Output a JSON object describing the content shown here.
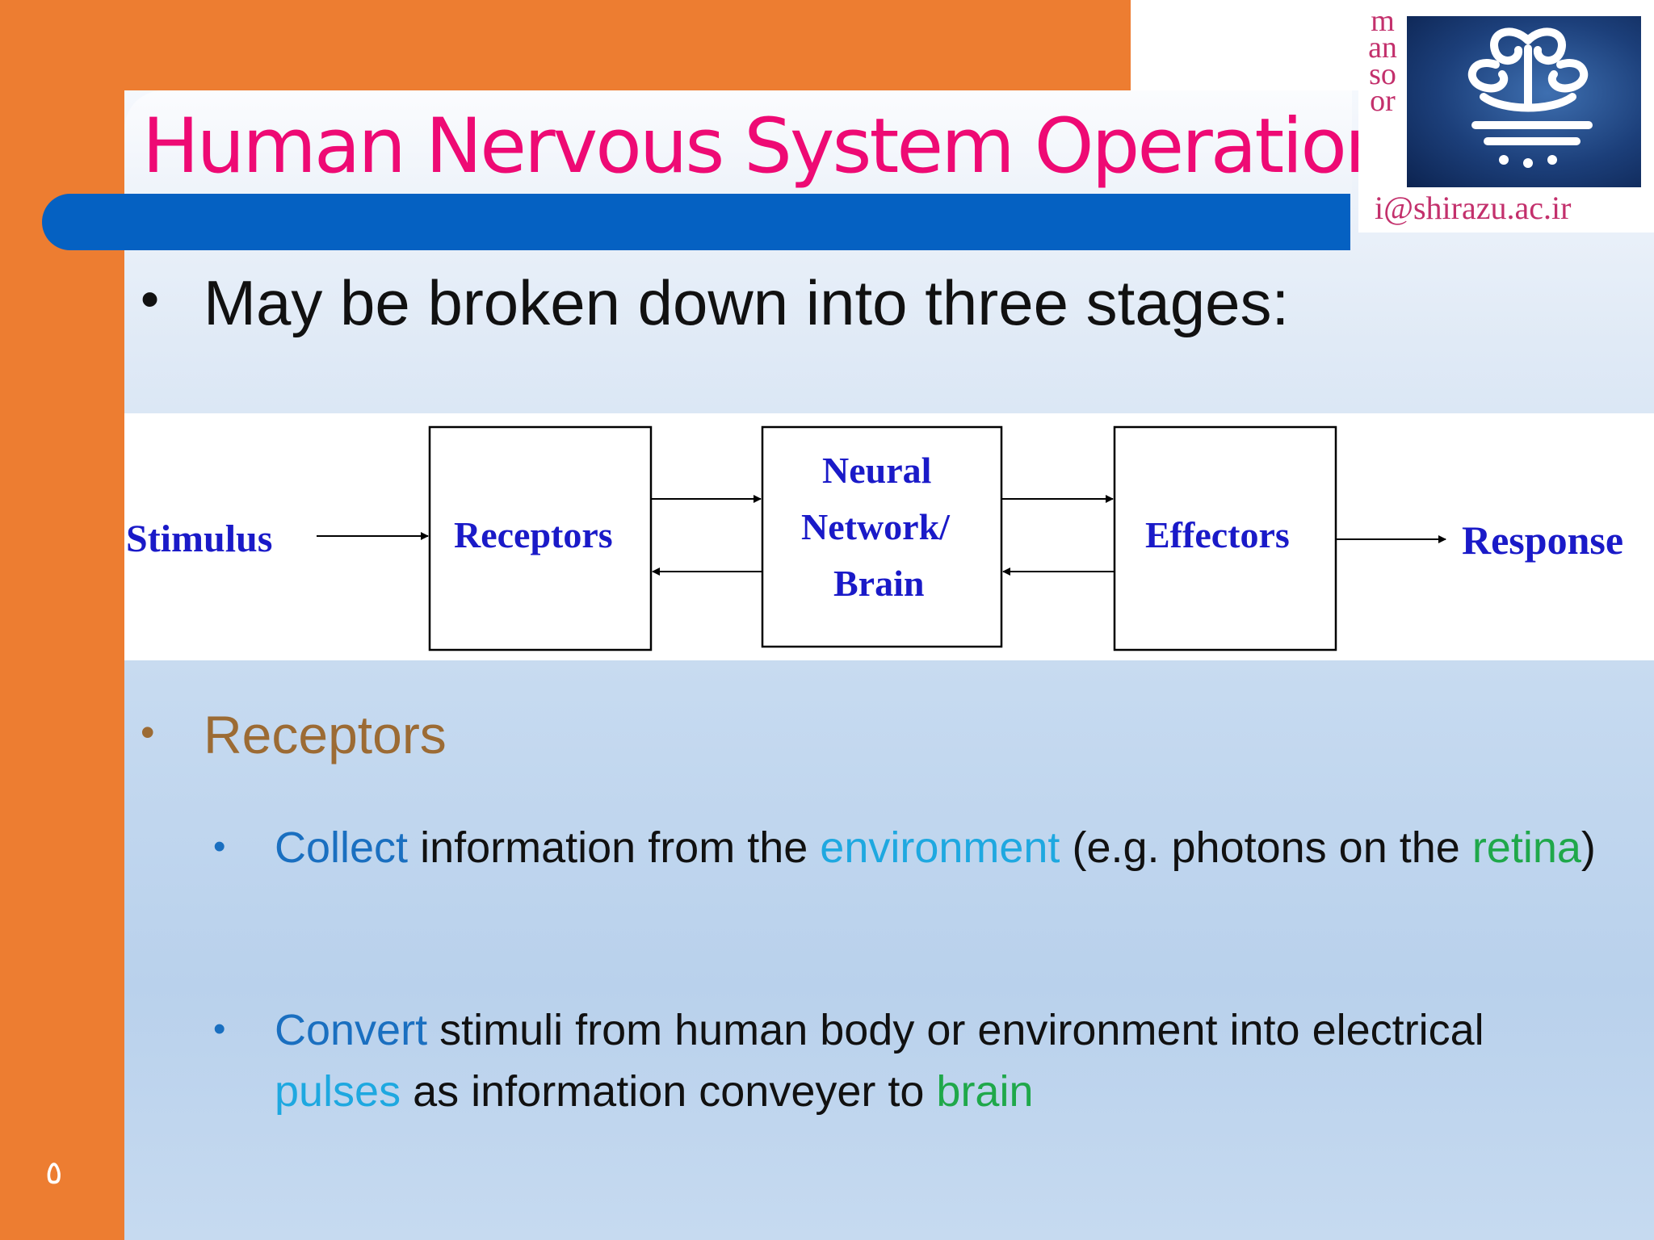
{
  "slide": {
    "title": "Human Nervous System Operation",
    "main_bullet": "May be broken down into three stages:",
    "sub_heading": "Receptors",
    "page_number": "٥"
  },
  "logo": {
    "vertical_text": "mansoor",
    "email": "i@shirazu.ac.ir"
  },
  "diagram": {
    "stimulus": "Stimulus",
    "receptors": "Receptors",
    "neural_line1": "Neural",
    "neural_line2": "Network/",
    "neural_line3": "Brain",
    "effectors": "Effectors",
    "response": "Response"
  },
  "bullet1": {
    "w1": "Collect",
    "w2": " information from the ",
    "w3": "environment",
    "w4": " (e.g. photons on the ",
    "w5": "retina",
    "w6": ")"
  },
  "bullet2": {
    "w1": "Convert",
    "w2": " stimuli from human body or environment into electrical ",
    "w3": "pulses",
    "w4": " as information conveyer to ",
    "w5": "brain"
  },
  "colors": {
    "orange": "#ED7D31",
    "title_pink": "#EE0A74",
    "bar_blue": "#0561C2",
    "diagram_text": "#1A1AC8",
    "subheading_brown": "#9C6B34",
    "keyword_blue": "#1A6FC0",
    "keyword_cyan": "#1EA8E0",
    "keyword_green": "#1FA84A"
  }
}
